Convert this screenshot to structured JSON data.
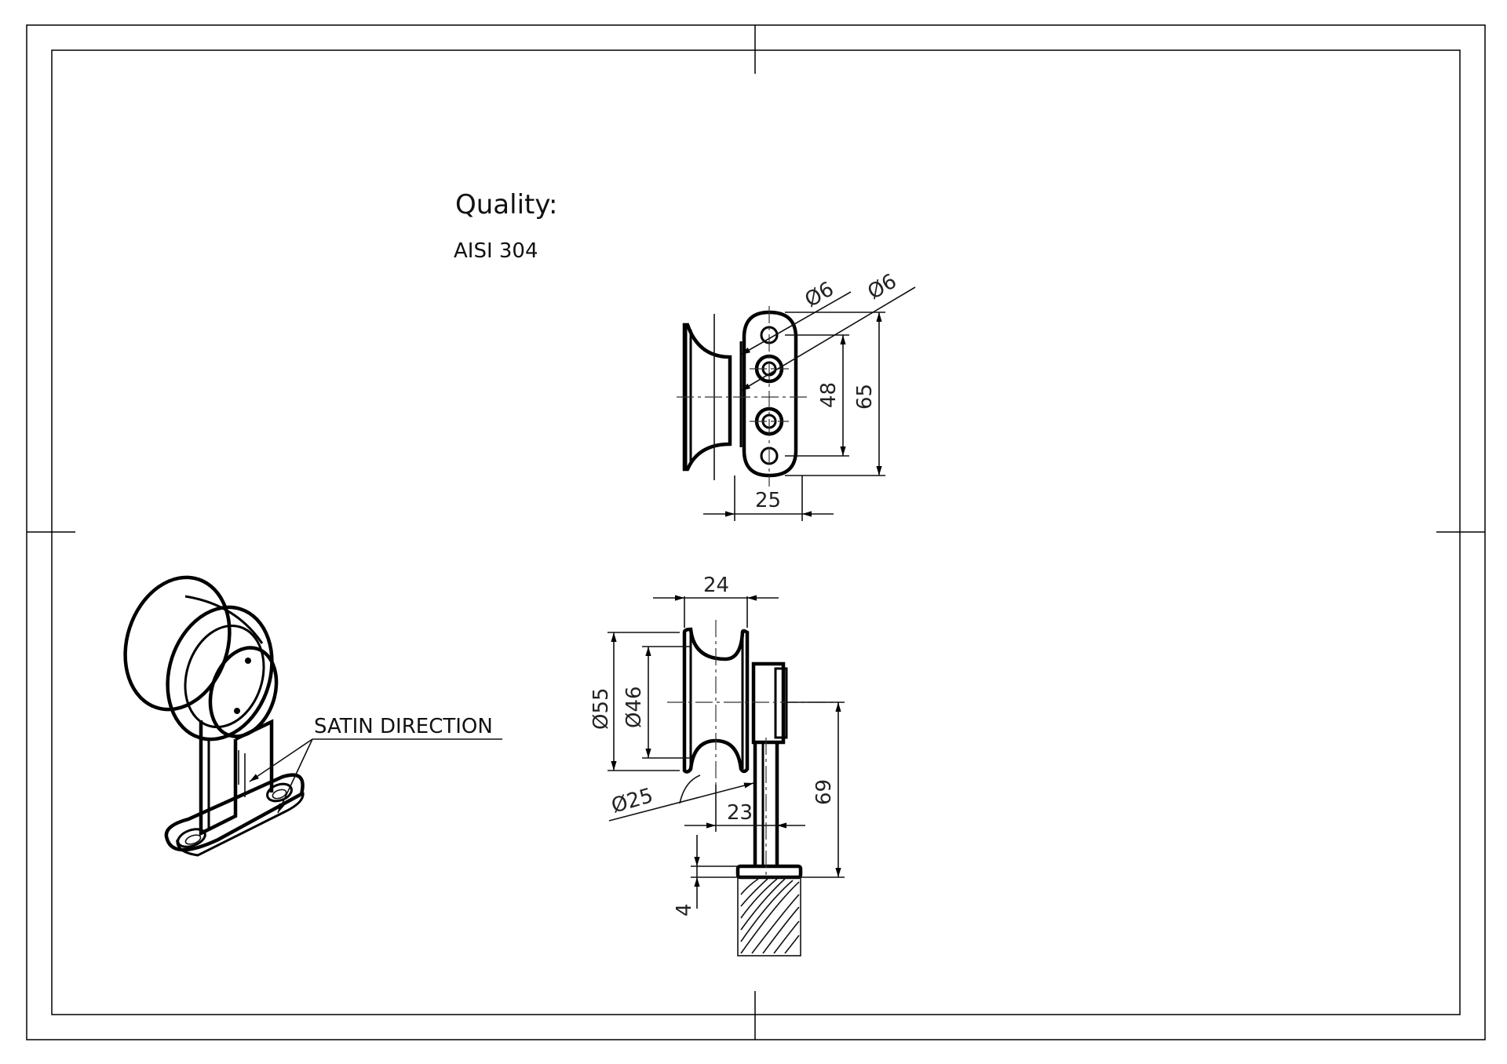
{
  "notes": {
    "quality_label": "Quality:",
    "material": "AISI 304",
    "satin_direction": "SATIN DIRECTION"
  },
  "top_view": {
    "dim_hole_small": "Ø6",
    "dim_hole_large": "Ø6",
    "dim_hole_spacing": "48",
    "dim_plate_length": "65",
    "dim_plate_width": "25"
  },
  "front_view": {
    "dim_wheel_width": "24",
    "dim_outer_diameter": "Ø55",
    "dim_inner_diameter": "Ø46",
    "dim_plate_diameter": "Ø25",
    "dim_offset": "23",
    "dim_height": "69",
    "dim_base_thickness": "4"
  }
}
